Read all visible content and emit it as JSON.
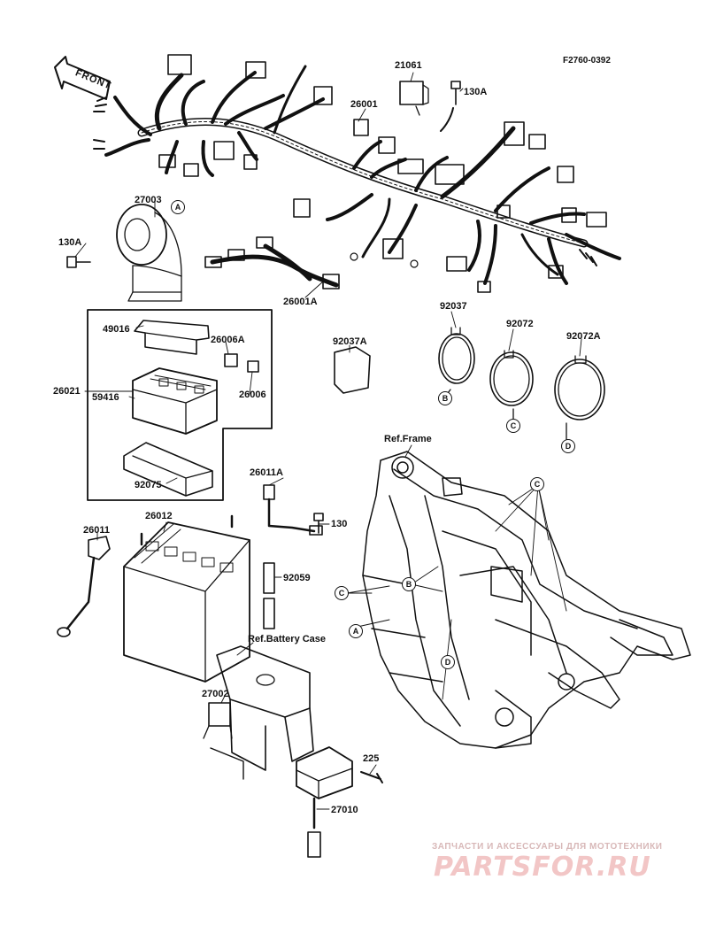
{
  "drawing_code": "F2760-0392",
  "front_label": "FRONT",
  "labels": {
    "p21061": "21061",
    "p130A_top": "130A",
    "p26001": "26001",
    "p27003": "27003",
    "p130A_left": "130A",
    "p26001A": "26001A",
    "p92037": "92037",
    "p92072": "92072",
    "p92072A": "92072A",
    "p92037A": "92037A",
    "p49016": "49016",
    "p26006A": "26006A",
    "p26021": "26021",
    "p59416": "59416",
    "p26006": "26006",
    "p92075": "92075",
    "ref_frame": "Ref.Frame",
    "p26011A": "26011A",
    "p130": "130",
    "p26012": "26012",
    "p26011": "26011",
    "p92059": "92059",
    "ref_battery_case": "Ref.Battery Case",
    "p27002": "27002",
    "p225": "225",
    "p27010": "27010"
  },
  "callouts": {
    "A_horn": "A",
    "A_frame": "A",
    "B_band": "B",
    "B_frame": "B",
    "C_band": "C",
    "C_frame_top": "C",
    "C_frame_left": "C",
    "D_band": "D",
    "D_frame": "D"
  },
  "watermark": {
    "line": "ЗАПЧАСТИ И АКСЕССУАРЫ ДЛЯ МОТОТЕХНИКИ",
    "logo": "PARTSFOR.RU"
  }
}
